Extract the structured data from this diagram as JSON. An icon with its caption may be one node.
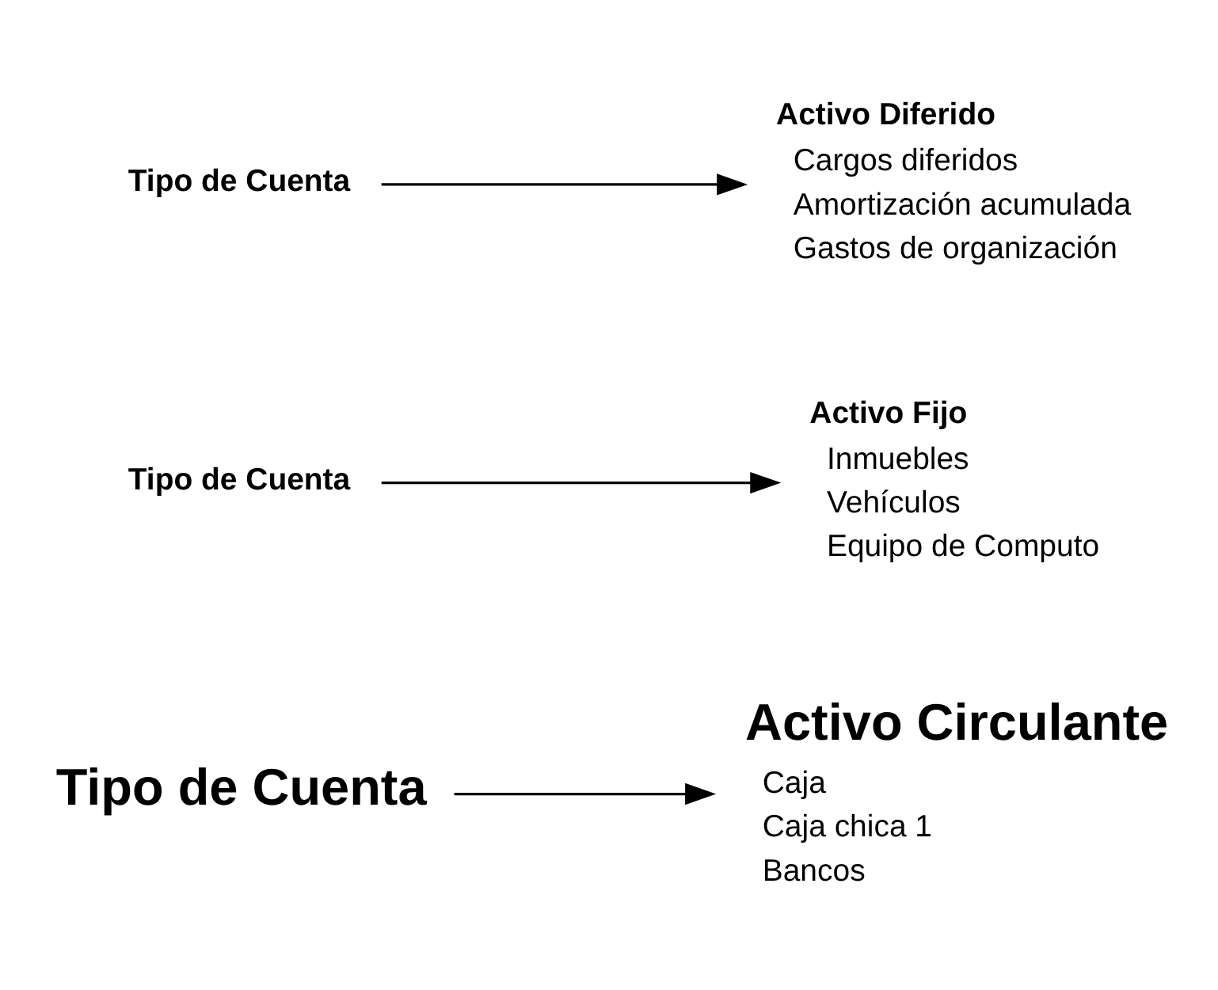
{
  "diagram": {
    "nodes": [
      {
        "text": [
          "Tipo de Cuenta"
        ]
      },
      {
        "text": [
          "Activo Circulante",
          "Caja",
          "Caja chica 1",
          "Bancos"
        ]
      },
      {
        "text": [
          "Tipo de Cuenta"
        ]
      },
      {
        "text": [
          "Activo Fijo",
          "Inmuebles",
          "Vehículos",
          "Equipo de Computo"
        ]
      },
      {
        "text": [
          "Tipo de Cuenta"
        ]
      },
      {
        "text": [
          "Activo Diferido",
          "Cargos diferidos",
          "Amortización acumulada",
          "Gastos de organización"
        ]
      }
    ],
    "edges": [
      {
        "from": 0,
        "to": 1,
        "arrow": "to"
      },
      {
        "from": 2,
        "to": 3,
        "arrow": "to"
      },
      {
        "from": 4,
        "to": 5,
        "arrow": "to"
      }
    ]
  }
}
